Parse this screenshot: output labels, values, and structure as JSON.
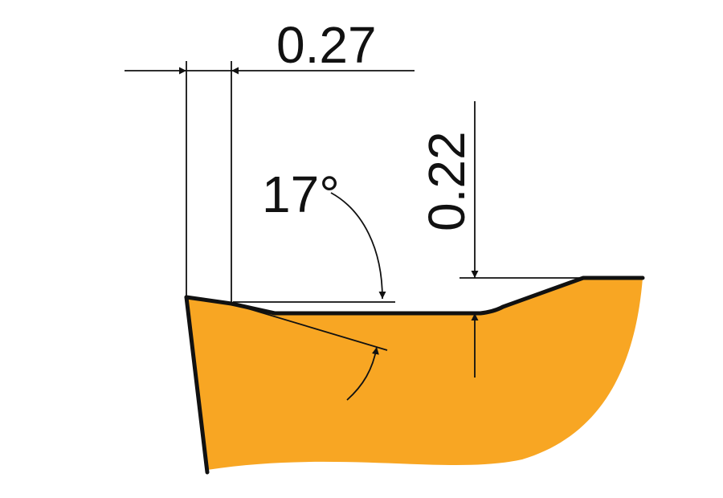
{
  "diagram": {
    "dimensions": {
      "horizontal_offset": "0.27",
      "vertical_depth": "0.22",
      "chamfer_angle": "17°"
    },
    "colors": {
      "insert_fill": "#F8A623",
      "outline": "#111111",
      "dimension_lines": "#111111",
      "background": "#FFFFFF"
    }
  }
}
